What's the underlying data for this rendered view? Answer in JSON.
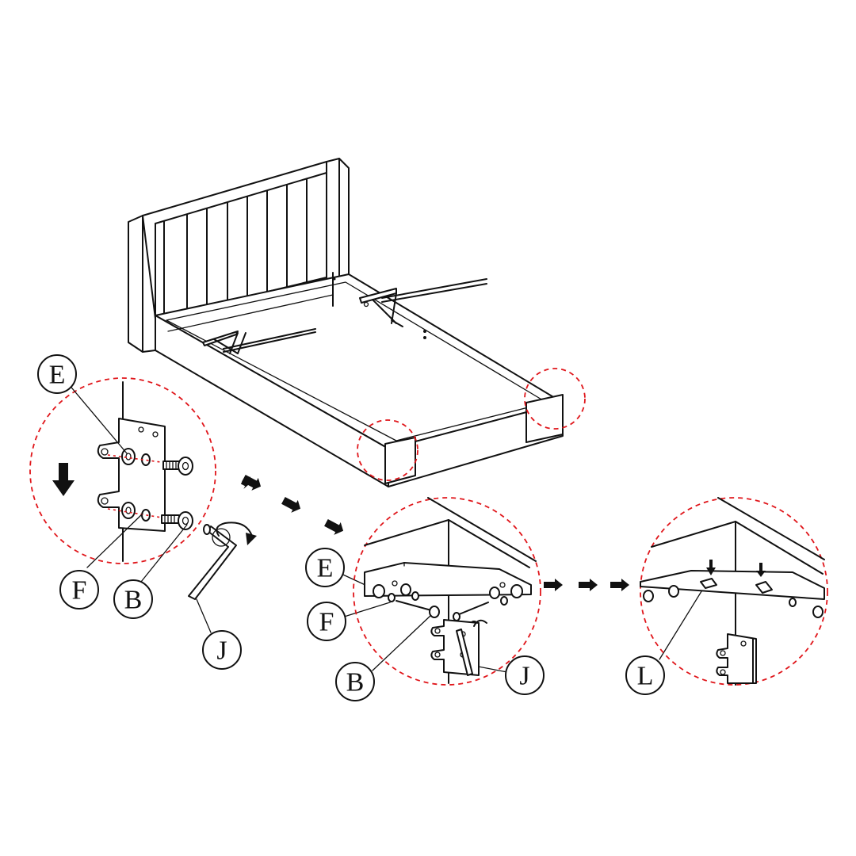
{
  "callouts": {
    "e1": "E",
    "f1": "F",
    "b1": "B",
    "j1": "J",
    "e2": "E",
    "f2": "F",
    "b2": "B",
    "j2": "J",
    "l1": "L"
  },
  "colors": {
    "line": "#111111",
    "highlight": "#e0161b",
    "background": "#ffffff"
  },
  "icons": [
    "down-arrow-icon",
    "rotate-arrow-icon",
    "step-arrow-icon",
    "insert-arrow-icon"
  ]
}
